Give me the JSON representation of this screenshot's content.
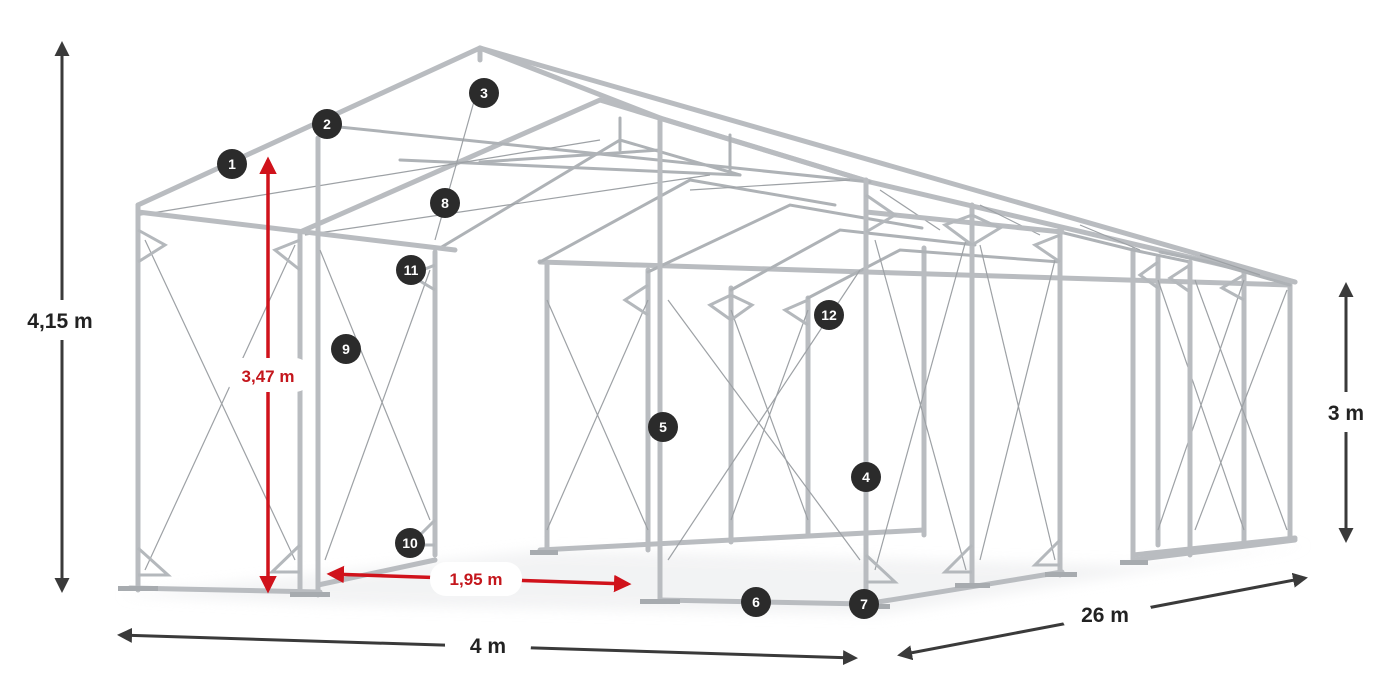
{
  "dimensions": {
    "total_height": "4,15 m",
    "side_height": "3 m",
    "ridge_clearance": "3,47 m",
    "door_width": "1,95 m",
    "width": "4 m",
    "length": "26 m"
  },
  "callouts": [
    "1",
    "2",
    "3",
    "4",
    "5",
    "6",
    "7",
    "8",
    "9",
    "10",
    "11",
    "12"
  ],
  "colors": {
    "frame": "#b9bcc0",
    "callout_bg": "#2b2b2b",
    "dimension": "#3a3a3a",
    "accent_red": "#d0121b"
  }
}
